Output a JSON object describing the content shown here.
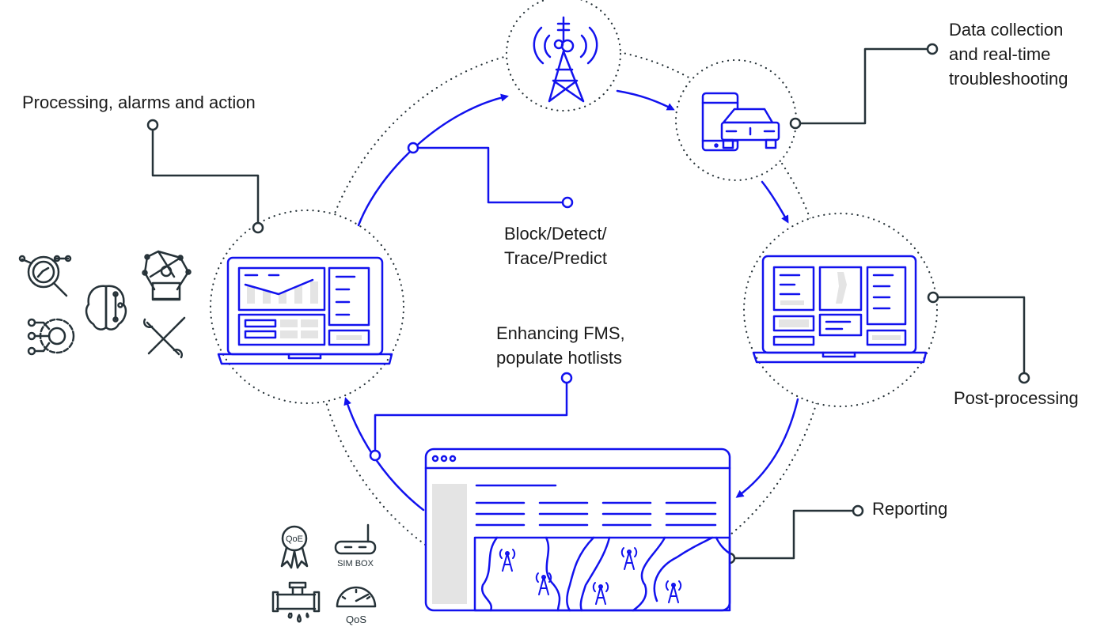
{
  "labels": {
    "processing": "Processing, alarms and action",
    "block": [
      "Block/Detect/",
      "Trace/Predict"
    ],
    "data_collection": [
      "Data collection",
      "and real-time",
      "troubleshooting"
    ],
    "enhancing": [
      "Enhancing FMS,",
      "populate hotlists"
    ],
    "post_processing": "Post-processing",
    "reporting": "Reporting"
  },
  "icons": {
    "qoe": "QoE",
    "sim_box": "SIM BOX",
    "qos": "QoS"
  },
  "colors": {
    "accent": "#1212ee",
    "ink": "#263238"
  }
}
